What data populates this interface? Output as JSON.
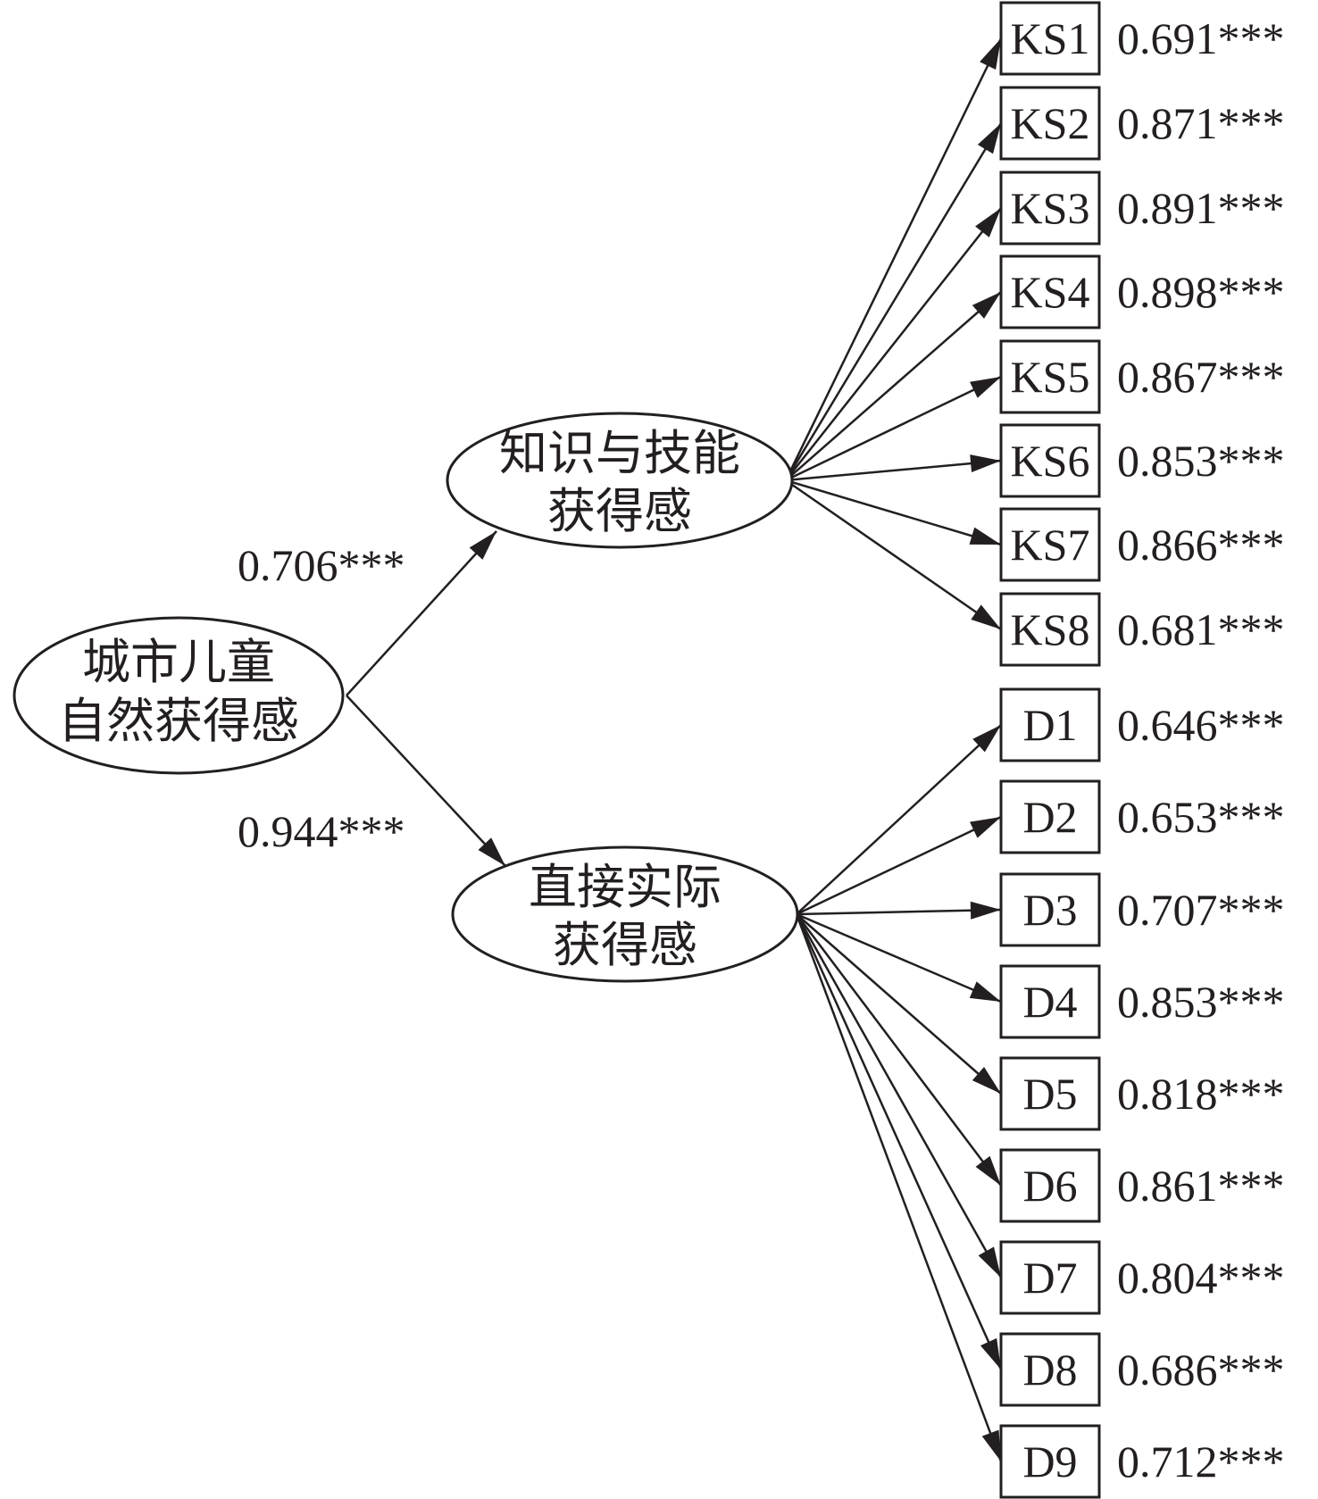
{
  "root": {
    "label_line1": "城市儿童",
    "label_line2": "自然获得感"
  },
  "factors": [
    {
      "id": "ks",
      "label_line1": "知识与技能",
      "label_line2": "获得感",
      "path_coefficient": "0.706***",
      "indicators": [
        {
          "label": "KS1",
          "loading": "0.691***"
        },
        {
          "label": "KS2",
          "loading": "0.871***"
        },
        {
          "label": "KS3",
          "loading": "0.891***"
        },
        {
          "label": "KS4",
          "loading": "0.898***"
        },
        {
          "label": "KS5",
          "loading": "0.867***"
        },
        {
          "label": "KS6",
          "loading": "0.853***"
        },
        {
          "label": "KS7",
          "loading": "0.866***"
        },
        {
          "label": "KS8",
          "loading": "0.681***"
        }
      ]
    },
    {
      "id": "d",
      "label_line1": "直接实际",
      "label_line2": "获得感",
      "path_coefficient": "0.944***",
      "indicators": [
        {
          "label": "D1",
          "loading": "0.646***"
        },
        {
          "label": "D2",
          "loading": "0.653***"
        },
        {
          "label": "D3",
          "loading": "0.707***"
        },
        {
          "label": "D4",
          "loading": "0.853***"
        },
        {
          "label": "D5",
          "loading": "0.818***"
        },
        {
          "label": "D6",
          "loading": "0.861***"
        },
        {
          "label": "D7",
          "loading": "0.804***"
        },
        {
          "label": "D8",
          "loading": "0.686***"
        },
        {
          "label": "D9",
          "loading": "0.712***"
        }
      ]
    }
  ],
  "colors": {
    "stroke": "#231f20",
    "background": "#ffffff"
  }
}
